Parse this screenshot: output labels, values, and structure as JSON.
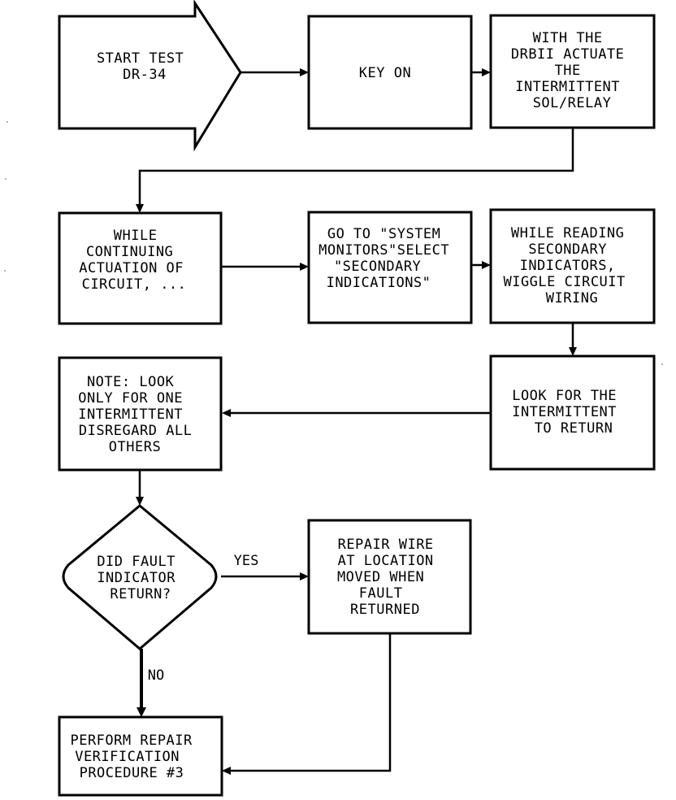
{
  "nodes": {
    "start": [
      "START TEST",
      "DR-34"
    ],
    "key_on": [
      "KEY ON"
    ],
    "actuate": [
      "WITH THE",
      "DRBII ACTUATE",
      "THE",
      "INTERMITTENT",
      "SOL/RELAY"
    ],
    "while_continuing": [
      "WHILE",
      "CONTINUING",
      "ACTUATION OF",
      "CIRCUIT, ..."
    ],
    "system_monitors": [
      "GO TO \"SYSTEM",
      "MONITORS\"SELECT",
      "\"SECONDARY",
      "INDICATIONS\""
    ],
    "while_reading": [
      "WHILE READING",
      "SECONDARY",
      "INDICATORS,",
      "WIGGLE CIRCUIT",
      "WIRING"
    ],
    "look_for": [
      "LOOK FOR THE",
      "INTERMITTENT",
      "TO RETURN"
    ],
    "note": [
      "NOTE: LOOK",
      "ONLY FOR ONE",
      "INTERMITTENT",
      "DISREGARD ALL",
      "OTHERS"
    ],
    "decision": [
      "DID FAULT",
      "INDICATOR",
      "RETURN?"
    ],
    "repair_wire": [
      "REPAIR WIRE",
      "AT LOCATION",
      "MOVED WHEN",
      "FAULT",
      "RETURNED"
    ],
    "verification": [
      "PERFORM REPAIR",
      "VERIFICATION",
      "PROCEDURE #3"
    ]
  },
  "edges": {
    "yes": "YES",
    "no": "NO"
  }
}
